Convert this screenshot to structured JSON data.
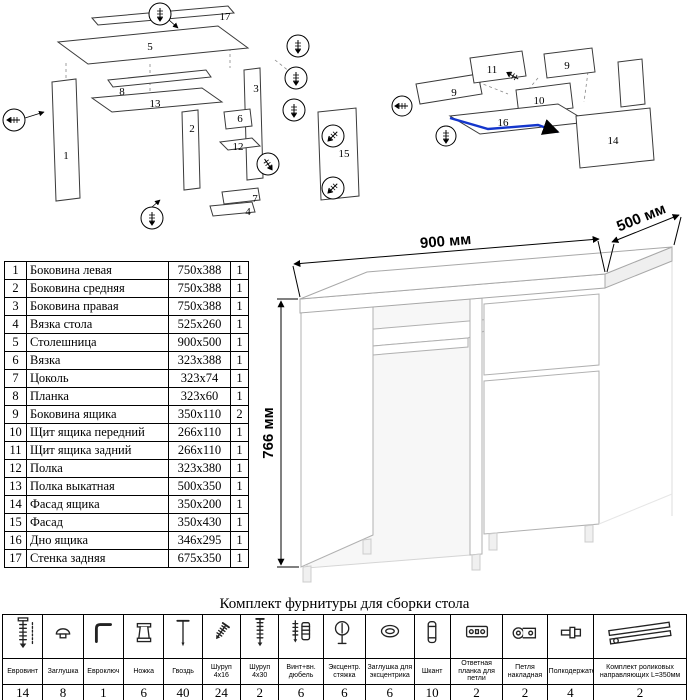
{
  "exploded_main": {
    "labels": {
      "p1": "1",
      "p2": "2",
      "p3": "3",
      "p4": "4",
      "p5": "5",
      "p6": "6",
      "p7": "7",
      "p8": "8",
      "p12": "12",
      "p13": "13",
      "p15": "15",
      "p17": "17"
    }
  },
  "exploded_drawer": {
    "labels": {
      "p9a": "9",
      "p9b": "9",
      "p10": "10",
      "p11": "11",
      "p14": "14",
      "p16": "16"
    }
  },
  "desk": {
    "width_label": "900 мм",
    "depth_label": "500 мм",
    "height_label": "766 мм"
  },
  "parts": {
    "rows": [
      {
        "num": "1",
        "name": "Боковина левая",
        "size": "750x388",
        "qty": "1"
      },
      {
        "num": "2",
        "name": "Боковина средняя",
        "size": "750x388",
        "qty": "1"
      },
      {
        "num": "3",
        "name": "Боковина правая",
        "size": "750x388",
        "qty": "1"
      },
      {
        "num": "4",
        "name": "Вязка стола",
        "size": "525x260",
        "qty": "1"
      },
      {
        "num": "5",
        "name": "Столешница",
        "size": "900x500",
        "qty": "1"
      },
      {
        "num": "6",
        "name": "Вязка",
        "size": "323x388",
        "qty": "1"
      },
      {
        "num": "7",
        "name": "Цоколь",
        "size": "323x74",
        "qty": "1"
      },
      {
        "num": "8",
        "name": "Планка",
        "size": "323x60",
        "qty": "1"
      },
      {
        "num": "9",
        "name": "Боковина ящика",
        "size": "350x110",
        "qty": "2"
      },
      {
        "num": "10",
        "name": "Щит ящика передний",
        "size": "266x110",
        "qty": "1"
      },
      {
        "num": "11",
        "name": "Щит ящика задний",
        "size": "266x110",
        "qty": "1"
      },
      {
        "num": "12",
        "name": "Полка",
        "size": "323x380",
        "qty": "1"
      },
      {
        "num": "13",
        "name": "Полка выкатная",
        "size": "500x350",
        "qty": "1"
      },
      {
        "num": "14",
        "name": "Фасад ящика",
        "size": "350x200",
        "qty": "1"
      },
      {
        "num": "15",
        "name": "Фасад",
        "size": "350x430",
        "qty": "1"
      },
      {
        "num": "16",
        "name": "Дно ящика",
        "size": "346x295",
        "qty": "1"
      },
      {
        "num": "17",
        "name": "Стенка задняя",
        "size": "675x350",
        "qty": "1"
      }
    ]
  },
  "hardware": {
    "title": "Комплект фурнитуры для сборки стола",
    "items": [
      {
        "name": "Евровинт",
        "qty": "14",
        "icon": "confirmat-screw"
      },
      {
        "name": "Заглушка",
        "qty": "8",
        "icon": "cap"
      },
      {
        "name": "Евроключ",
        "qty": "1",
        "icon": "hex-key"
      },
      {
        "name": "Ножка",
        "qty": "6",
        "icon": "foot"
      },
      {
        "name": "Гвоздь",
        "qty": "40",
        "icon": "nail"
      },
      {
        "name": "Шуруп 4x16",
        "qty": "24",
        "icon": "screw-short"
      },
      {
        "name": "Шуруп 4x30",
        "qty": "2",
        "icon": "screw-long"
      },
      {
        "name": "Винт+вн. дюбель",
        "qty": "6",
        "icon": "bolt-dowel"
      },
      {
        "name": "Эксцентр. стяжка",
        "qty": "6",
        "icon": "cam-lock"
      },
      {
        "name": "Заглушка для эксцентрика",
        "qty": "6",
        "icon": "cam-cap"
      },
      {
        "name": "Шкант",
        "qty": "10",
        "icon": "wood-dowel"
      },
      {
        "name": "Ответная планка для петли",
        "qty": "2",
        "icon": "hinge-plate"
      },
      {
        "name": "Петля накладная",
        "qty": "2",
        "icon": "hinge"
      },
      {
        "name": "Полкодержатель",
        "qty": "4",
        "icon": "shelf-pin"
      },
      {
        "name": "Комплект роликовых направляющих L=350мм",
        "qty": "2",
        "icon": "roller-slides"
      }
    ]
  }
}
